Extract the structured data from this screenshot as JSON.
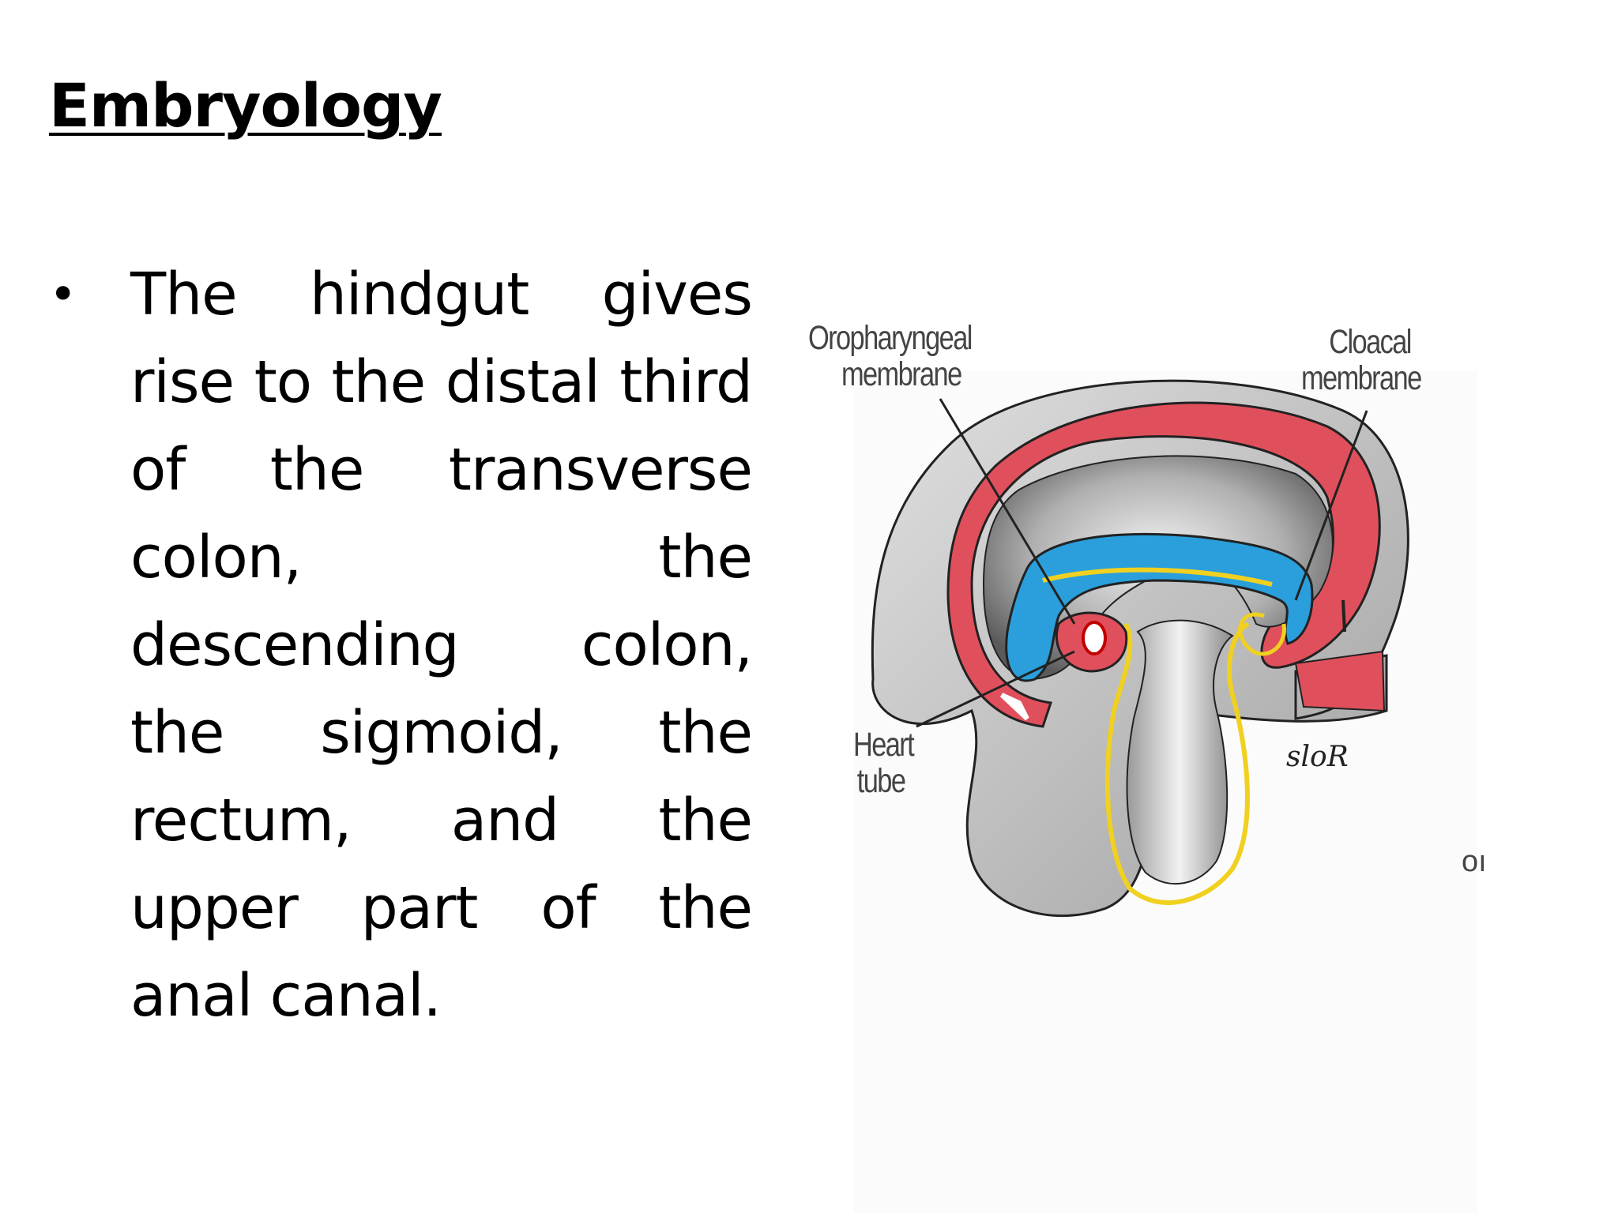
{
  "slide": {
    "title": "Embryology",
    "bullets": [
      {
        "marker": "•",
        "text": "The hindgut gives rise to the distal third of the transverse colon, the descending colon, the sigmoid, the rectum, and the upper part of the anal canal."
      }
    ]
  },
  "figure": {
    "labels": {
      "oropharyngeal_line1": "Oropharyngeal",
      "oropharyngeal_line2": "membrane",
      "cloacal_line1": "Cloacal",
      "cloacal_line2": "membrane",
      "heart_line1": "Heart",
      "heart_line2": "tube"
    },
    "signature": "sloR",
    "stray_text": "oı"
  },
  "colors": {
    "ectoderm_red": "#e0505c",
    "endoderm_blue": "#2a9fdc",
    "mesoderm_yellow": "#f0d020",
    "cavity_gray": "#8a8a8a",
    "outline": "#222222"
  }
}
